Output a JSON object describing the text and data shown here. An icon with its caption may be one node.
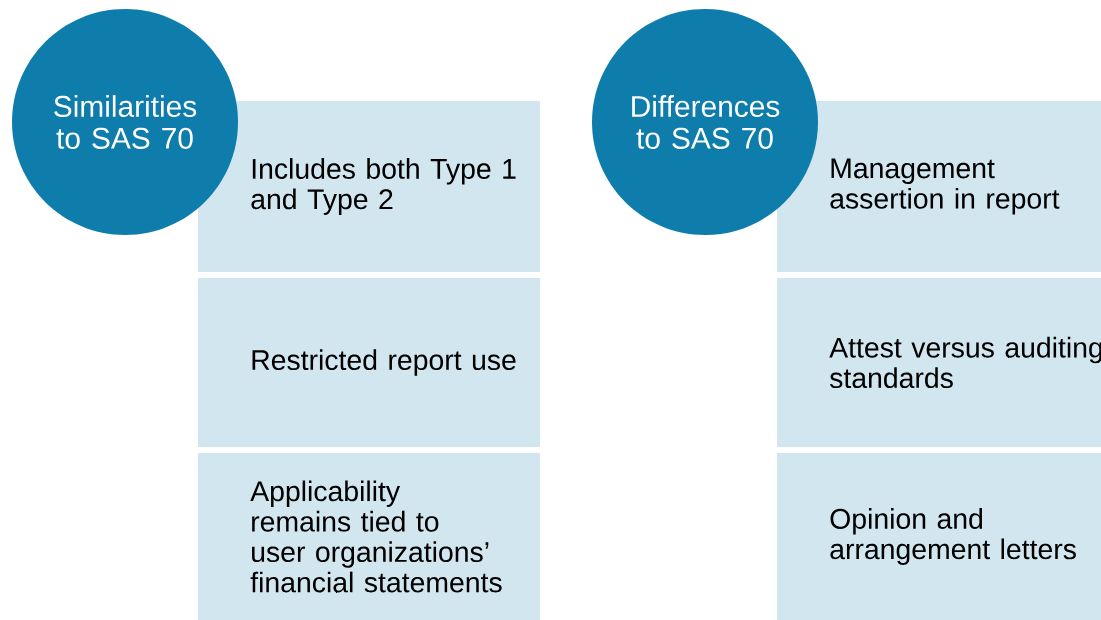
{
  "diagram": {
    "nodes": [
      {
        "text": [
          "Similarities to SAS 70"
        ]
      },
      {
        "text": [
          "Includes both Type 1 and Type 2"
        ]
      },
      {
        "text": [
          "Restricted report use"
        ]
      },
      {
        "text": [
          "Applicability remains tied to user organizations’ financial statements"
        ]
      },
      {
        "text": [
          "Differences to SAS 70"
        ]
      },
      {
        "text": [
          "Management assertion in report"
        ]
      },
      {
        "text": [
          "Attest versus auditing standards"
        ]
      },
      {
        "text": [
          "Opinion and arrangement letters"
        ]
      }
    ]
  }
}
